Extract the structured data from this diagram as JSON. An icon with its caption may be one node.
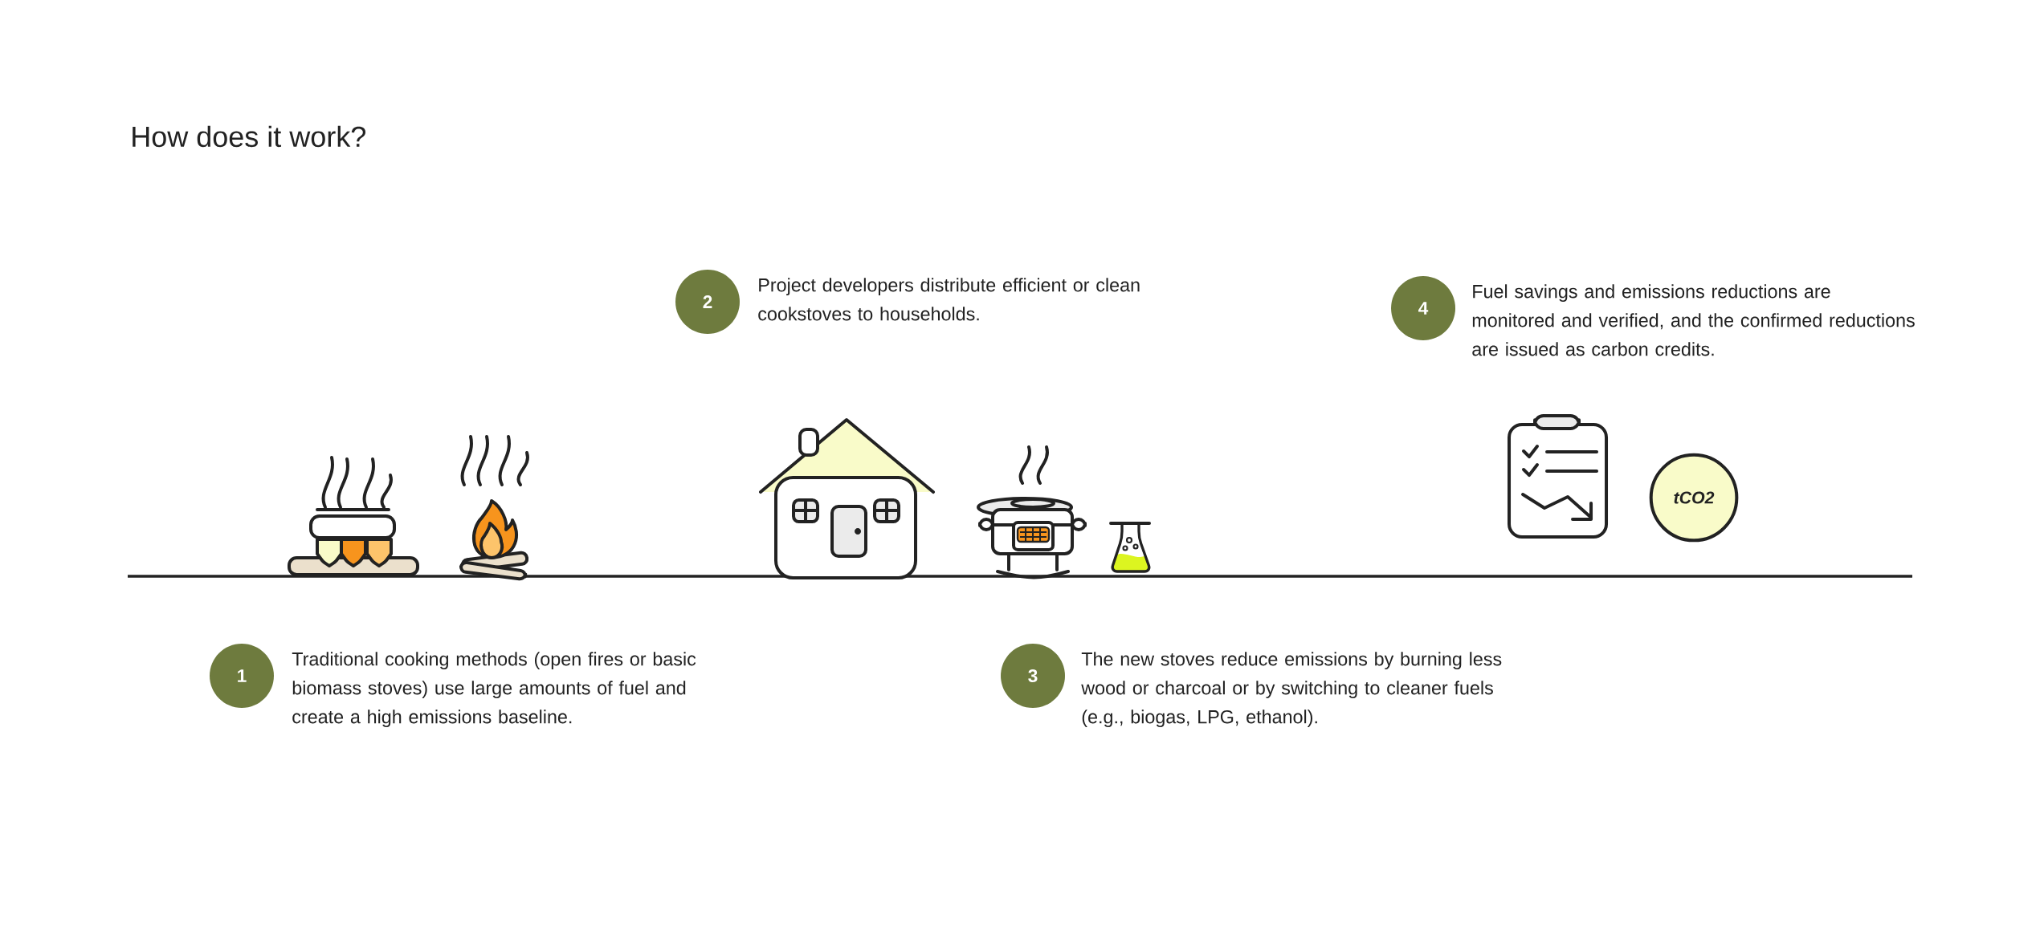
{
  "diagram": {
    "title": "How does it work?",
    "nodes": [
      {
        "text": [
          "2"
        ],
        "beside": [
          "Project developers distribute efficient or clean cookstoves to households."
        ]
      },
      {
        "text": [
          "4"
        ],
        "beside": [
          "Fuel savings and emissions reductions are monitored and verified, and the confirmed reductions are issued as carbon credits."
        ]
      },
      {
        "text": [
          "tCO2"
        ]
      },
      {
        "text": [
          "1"
        ],
        "beside": [
          "Traditional cooking methods (open fires or basic biomass stoves) use large amounts of fuel and create a high emissions baseline."
        ]
      },
      {
        "text": [
          "3"
        ],
        "beside": [
          "The new stoves reduce emissions by burning less wood or charcoal or by switching to cleaner fuels (e.g., biogas, LPG, ethanol)."
        ]
      }
    ]
  }
}
